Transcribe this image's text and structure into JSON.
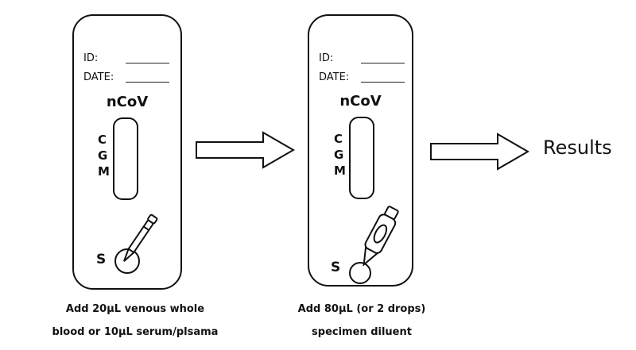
{
  "steps": [
    {
      "id_label": "ID:",
      "date_label": "DATE:",
      "brand": "nCoV",
      "letters": [
        "C",
        "G",
        "M"
      ],
      "well_label": "S",
      "tool_icon": "pipette-icon",
      "caption_lines": [
        "Add 20µL venous whole",
        "blood or 10µL serum/plsama"
      ]
    },
    {
      "id_label": "ID:",
      "date_label": "DATE:",
      "brand": "nCoV",
      "letters": [
        "C",
        "G",
        "M"
      ],
      "well_label": "S",
      "tool_icon": "dropper-bottle-icon",
      "caption_lines": [
        "Add 80µL (or 2 drops)",
        "specimen diluent"
      ]
    }
  ],
  "result_label": "Results",
  "arrow_icon": "right-arrow-icon"
}
